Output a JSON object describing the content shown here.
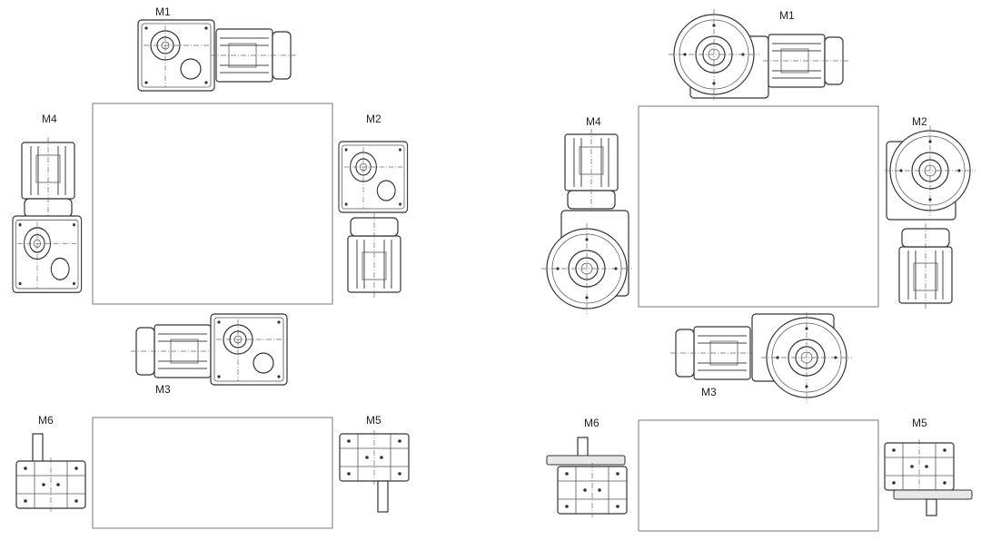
{
  "colors": {
    "line": "#333333",
    "frame": "#777777",
    "background": "#ffffff"
  },
  "labels": {
    "m1_left": "M1",
    "m2_left": "M2",
    "m3_left": "M3",
    "m4_left": "M4",
    "m5_left": "M5",
    "m6_left": "M6",
    "m1_right": "M1",
    "m2_right": "M2",
    "m3_right": "M3",
    "m4_right": "M4",
    "m5_right": "M5",
    "m6_right": "M6"
  }
}
